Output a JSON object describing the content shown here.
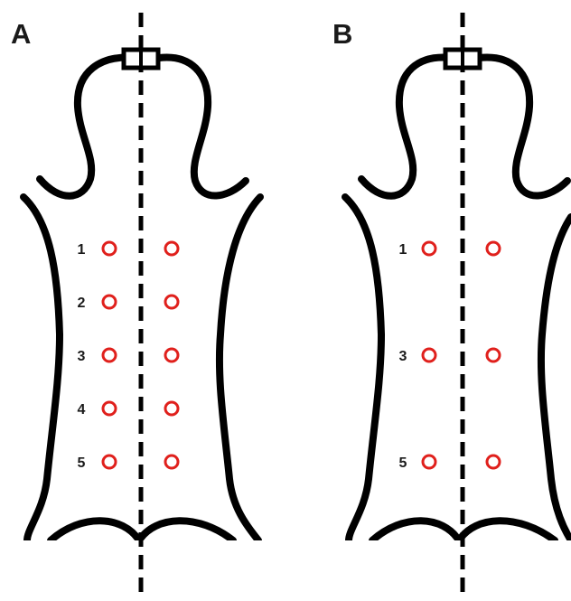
{
  "panels": [
    {
      "label": "A",
      "sites": [
        {
          "number": "1",
          "row": 1
        },
        {
          "number": "2",
          "row": 2
        },
        {
          "number": "3",
          "row": 3
        },
        {
          "number": "4",
          "row": 4
        },
        {
          "number": "5",
          "row": 5
        }
      ]
    },
    {
      "label": "B",
      "sites": [
        {
          "number": "1",
          "row": 1
        },
        {
          "number": "3",
          "row": 3
        },
        {
          "number": "5",
          "row": 5
        }
      ]
    }
  ],
  "colors": {
    "outline": "#000000",
    "site_marker": "#e0201c"
  }
}
